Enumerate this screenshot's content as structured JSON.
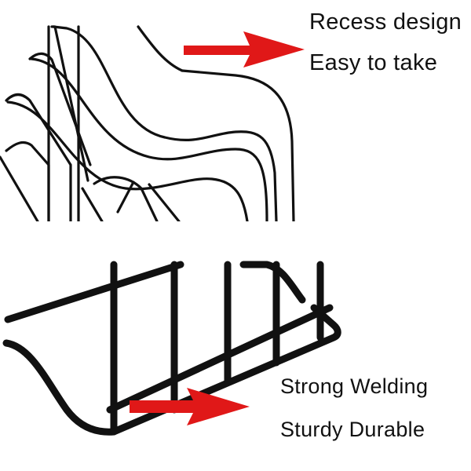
{
  "top_callout": {
    "line1": "Recess design",
    "line2": "Easy to take"
  },
  "bottom_callout": {
    "line1": "Strong Welding",
    "line2": "Sturdy Durable"
  },
  "colors": {
    "wire": "#111111",
    "arrow": "#e01818",
    "background": "#ffffff"
  }
}
